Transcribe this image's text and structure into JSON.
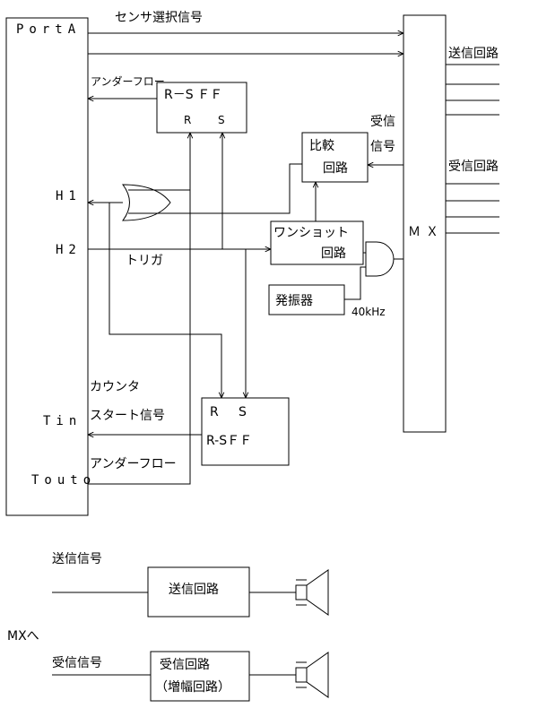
{
  "port": {
    "porta": "PortA",
    "h1": "H1",
    "h2": "H2",
    "tin": "Tin",
    "touto": "Touto"
  },
  "labels": {
    "sensor_select": "センサ選択信号",
    "underflow_top": "アンダーフロー",
    "trigger": "トリガ",
    "counter_line1": "カウンタ",
    "counter_line2": "スタート信号",
    "underflow_bottom": "アンダーフロー",
    "receive_label_1": "受信",
    "receive_label_2": "信号",
    "send_circuit": "送信回路",
    "receive_circuit": "受信回路",
    "freq": "40kHz",
    "to_mx": "MXへ",
    "send_signal": "送信信号",
    "receive_signal": "受信信号"
  },
  "blocks": {
    "rsff_top": "R－S ＦＦ",
    "rsff_top_r": "R",
    "rsff_top_s": "S",
    "comparator_1": "比較",
    "comparator_2": "回路",
    "oneshot_1": "ワンショット",
    "oneshot_2": "回路",
    "oscillator": "発振器",
    "mx": "ＭＸ",
    "rsff_bottom_r": "R",
    "rsff_bottom_s": "S",
    "rsff_bottom": "R-SＦＦ",
    "tx_block": "送信回路",
    "rx_block_1": "受信回路",
    "rx_block_2": "（増幅回路）"
  }
}
